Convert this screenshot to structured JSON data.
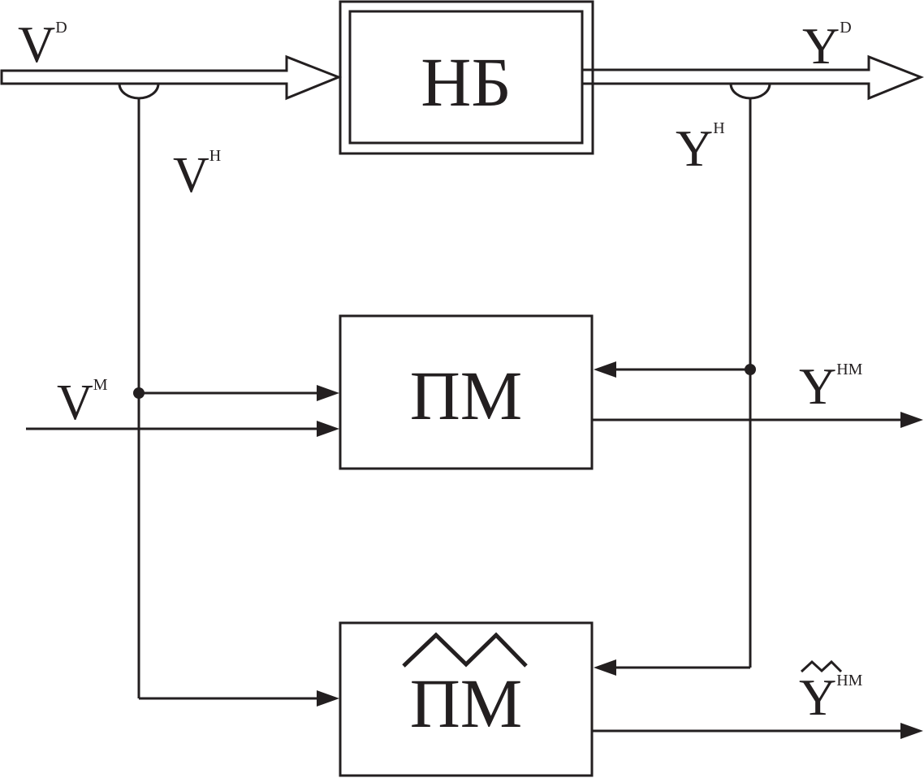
{
  "blocks": {
    "plant": {
      "label": "НБ"
    },
    "model": {
      "label": "ПМ"
    },
    "estimated_model": {
      "label": "ПМ"
    }
  },
  "signals": {
    "v_d": {
      "base": "V",
      "sup": "D"
    },
    "v_h": {
      "base": "V",
      "sup": "H"
    },
    "v_m": {
      "base": "V",
      "sup": "M"
    },
    "y_d": {
      "base": "Y",
      "sup": "D"
    },
    "y_h": {
      "base": "Y",
      "sup": "H"
    },
    "y_hm": {
      "base": "Y",
      "sup": "HM"
    },
    "y_hm_est": {
      "base": "Y",
      "sup": "HM"
    }
  },
  "colors": {
    "ink": "#231f20",
    "background": "#ffffff"
  }
}
